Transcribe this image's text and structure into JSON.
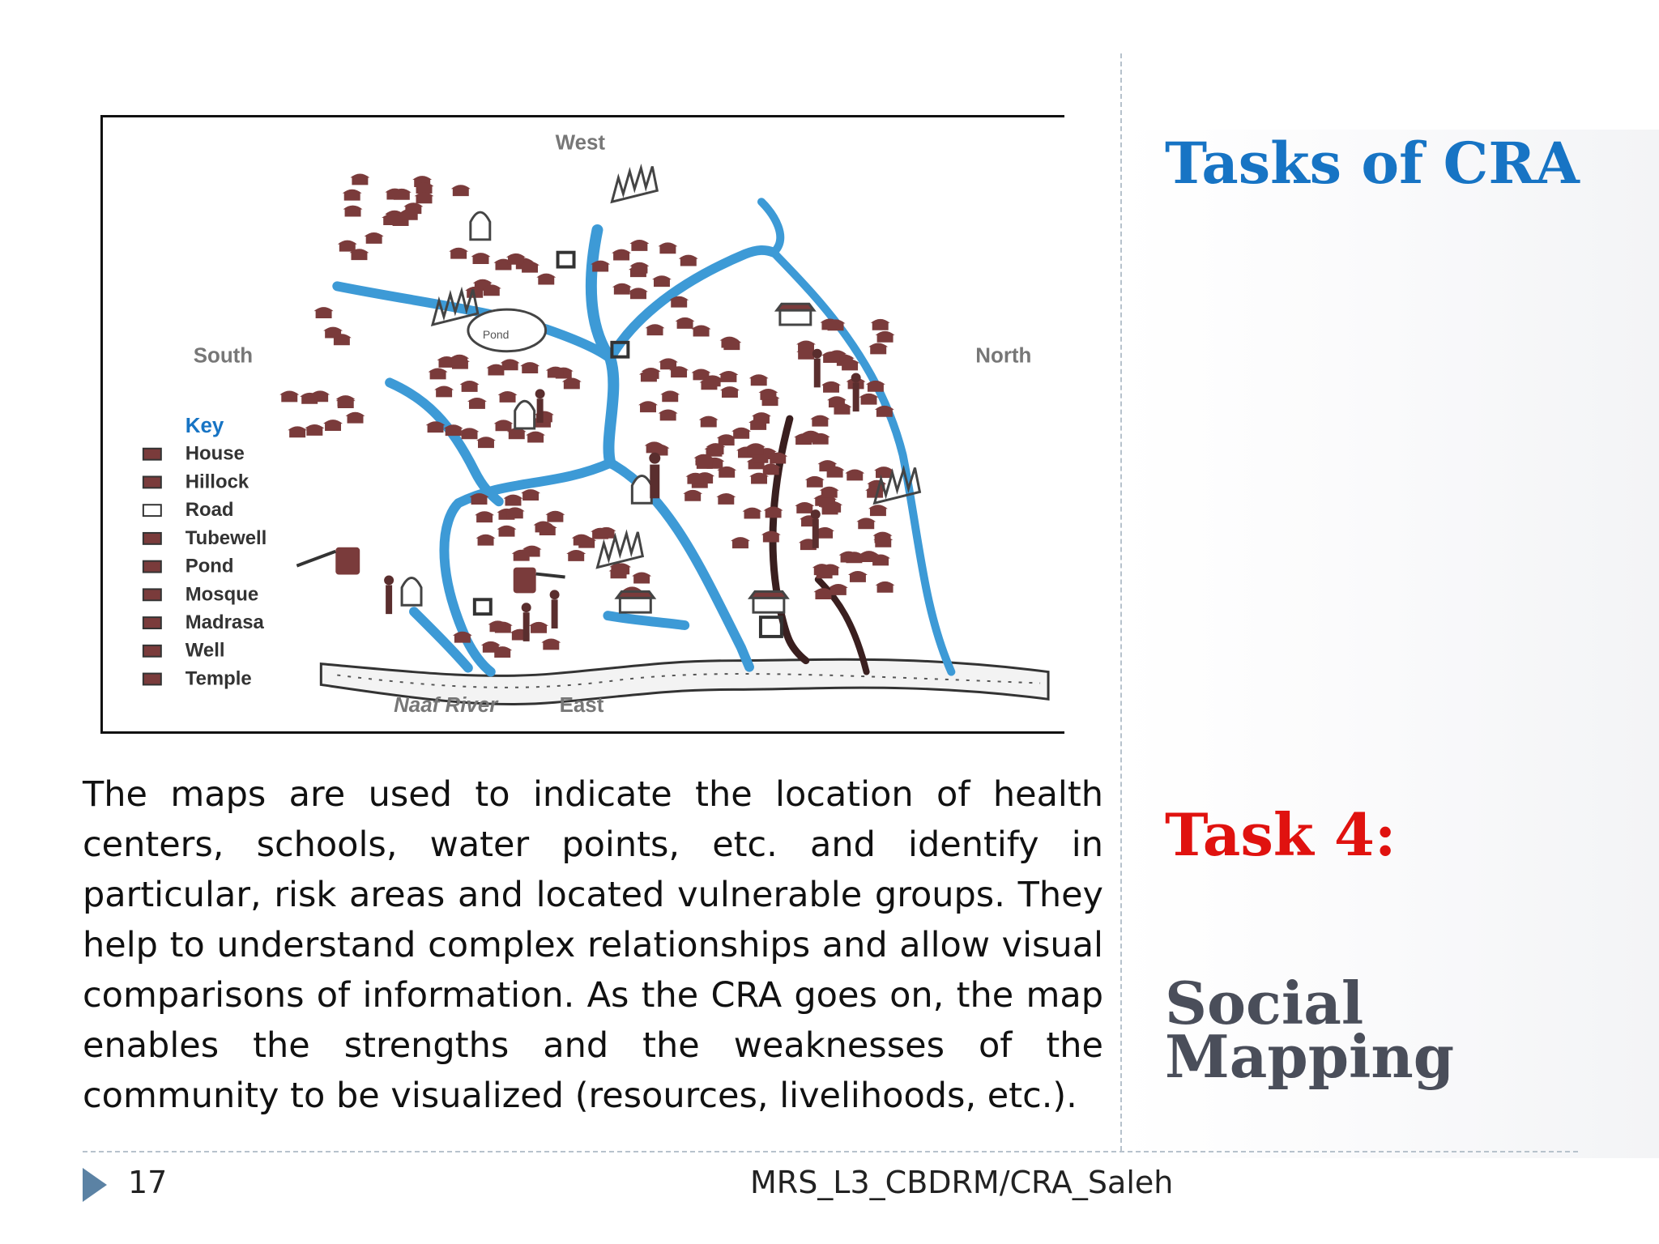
{
  "slide": {
    "title": "Tasks of CRA",
    "task_label": "Task 4:",
    "task_name_line1": "Social",
    "task_name_line2": "Mapping",
    "body": "The maps are used to indicate the location of health centers, schools, water points, etc. and identify in particular, risk areas and located vulnerable groups. They help to understand complex relationships and allow visual comparisons of information. As the CRA goes on, the map enables the strengths and the weaknesses of the community to be visualized (resources, livelihoods, etc.).",
    "page_number": "17",
    "footer": "MRS_L3_CBDRM/CRA_Saleh"
  },
  "map": {
    "west": "West",
    "south": "South",
    "north": "North",
    "east": "East",
    "river": "Naaf River",
    "pond_label": "Pond",
    "key_title": "Key",
    "key_items": [
      "House",
      "Hillock",
      "Road",
      "Tubewell",
      "Pond",
      "Mosque",
      "Madrasa",
      "Well",
      "Temple"
    ]
  },
  "colors": {
    "title": "#1774c4",
    "task": "#e0120f",
    "task_name": "#4a4e5a",
    "canal": "#3d9ad6",
    "house": "#7a3b3b"
  }
}
